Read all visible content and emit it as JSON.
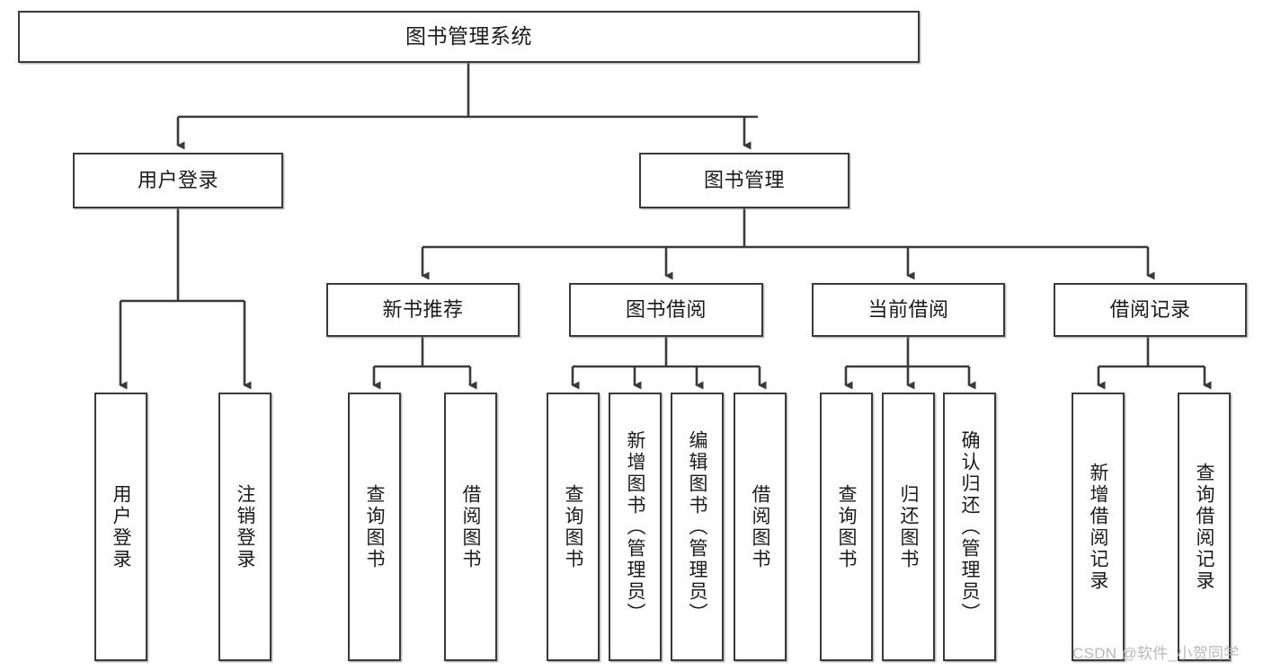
{
  "diagram": {
    "type": "tree",
    "title": "图书管理系统",
    "root": {
      "label": "图书管理系统"
    },
    "level2": [
      {
        "label": "用户登录"
      },
      {
        "label": "图书管理"
      }
    ],
    "level3": [
      {
        "label": "新书推荐"
      },
      {
        "label": "图书借阅"
      },
      {
        "label": "当前借阅"
      },
      {
        "label": "借阅记录"
      }
    ],
    "leaves": {
      "user_login": [
        {
          "label": "用户登录"
        },
        {
          "label": "注销登录"
        }
      ],
      "new_book": [
        {
          "label": "查询图书"
        },
        {
          "label": "借阅图书"
        }
      ],
      "borrow_book": [
        {
          "label": "查询图书"
        },
        {
          "label": "新增图书（管理员）"
        },
        {
          "label": "编辑图书（管理员）"
        },
        {
          "label": "借阅图书"
        }
      ],
      "current_borrow": [
        {
          "label": "查询图书"
        },
        {
          "label": "归还图书"
        },
        {
          "label": "确认归还（管理员）"
        }
      ],
      "borrow_record": [
        {
          "label": "新增借阅记录"
        },
        {
          "label": "查询借阅记录"
        }
      ]
    }
  },
  "watermark": {
    "text": "CSDN @软件_小贺同学"
  },
  "colors": {
    "box_border": "#3a3a3a",
    "box_fill": "#ffffff",
    "connector": "#3a3a3a",
    "text": "#1b1b1b",
    "watermark": "#b9b9b9"
  }
}
